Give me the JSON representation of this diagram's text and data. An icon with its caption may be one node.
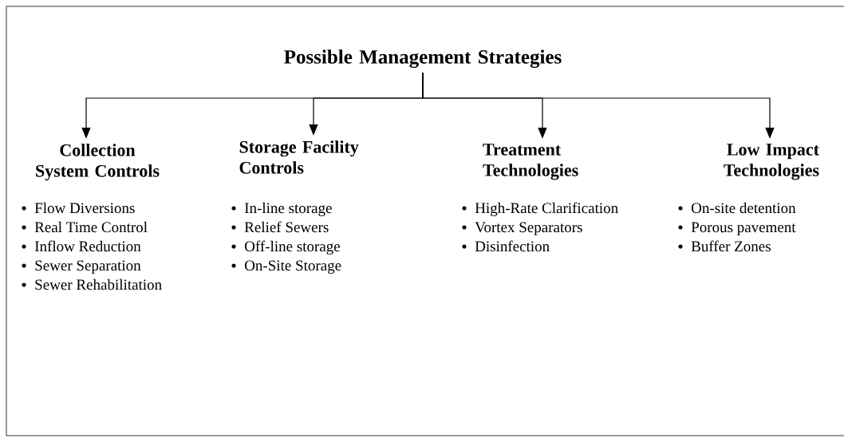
{
  "diagram": {
    "nodes": [
      {
        "text": [
          "Possible Management Strategies"
        ]
      },
      {
        "text": [
          "Collection System Controls"
        ]
      },
      {
        "text": [
          "Storage Facility Controls"
        ]
      },
      {
        "text": [
          "Treatment Technologies"
        ]
      },
      {
        "text": [
          "Low Impact Technologies"
        ]
      }
    ],
    "edges": [
      {
        "from": 0,
        "to": 1,
        "arrow": "to"
      },
      {
        "from": 0,
        "to": 2,
        "arrow": "to"
      },
      {
        "from": 0,
        "to": 3,
        "arrow": "to"
      },
      {
        "from": 0,
        "to": 4,
        "arrow": "to"
      }
    ],
    "labels": [
      "Flow Diversions",
      "Real Time Control",
      "Inflow Reduction",
      "Sewer Separation",
      "Sewer Rehabilitation",
      "In-line storage",
      "Relief Sewers",
      "Off-line storage",
      "On-Site Storage",
      "High-Rate Clarification",
      "Vortex Separators",
      "Disinfection",
      "On-site detention",
      "Porous pavement",
      "Buffer Zones"
    ]
  }
}
